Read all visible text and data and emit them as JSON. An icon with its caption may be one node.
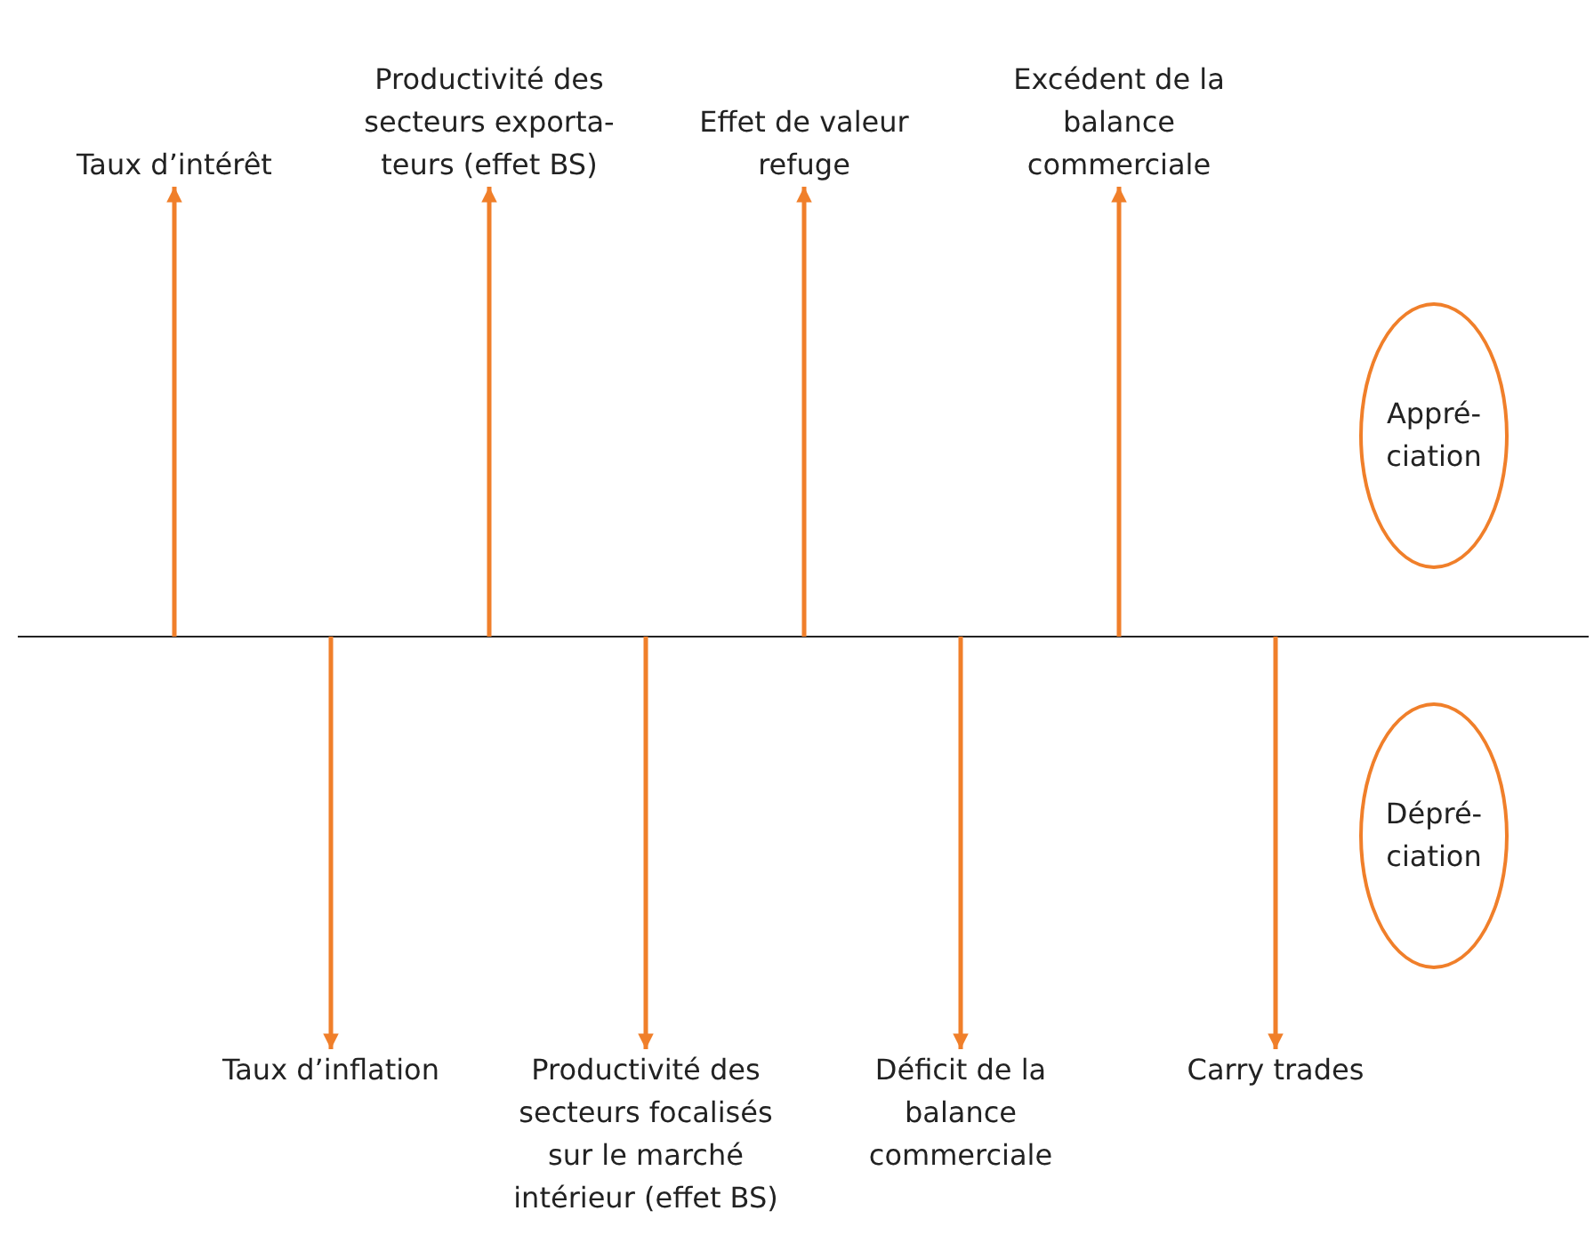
{
  "diagram": {
    "nodes": [
      {
        "text": [
          "Taux d’intérêt"
        ]
      },
      {
        "text": [
          "Productivité des secteurs exporta-teurs (effet BS)"
        ]
      },
      {
        "text": [
          "Effet de valeur refuge"
        ]
      },
      {
        "text": [
          "Excédent de la balance commerciale"
        ]
      },
      {
        "text": [
          "Appré-ciation"
        ]
      },
      {
        "text": [
          "Dépré-ciation"
        ]
      },
      {
        "text": [
          "Taux d’inflation"
        ]
      },
      {
        "text": [
          "Productivité des secteurs focalisés sur le marché intérieur (effet BS)"
        ]
      },
      {
        "text": [
          "Déficit de la balance commerciale"
        ]
      },
      {
        "text": [
          "Carry trades"
        ]
      }
    ],
    "edges": [
      {
        "from": null,
        "to": 0,
        "arrow": "to"
      },
      {
        "from": null,
        "to": 1,
        "arrow": "to"
      },
      {
        "from": null,
        "to": 2,
        "arrow": "to"
      },
      {
        "from": null,
        "to": 3,
        "arrow": "to"
      },
      {
        "from": null,
        "to": 6,
        "arrow": "to"
      },
      {
        "from": null,
        "to": 7,
        "arrow": "to"
      },
      {
        "from": null,
        "to": 8,
        "arrow": "to"
      },
      {
        "from": null,
        "to": 9,
        "arrow": "to"
      }
    ]
  }
}
